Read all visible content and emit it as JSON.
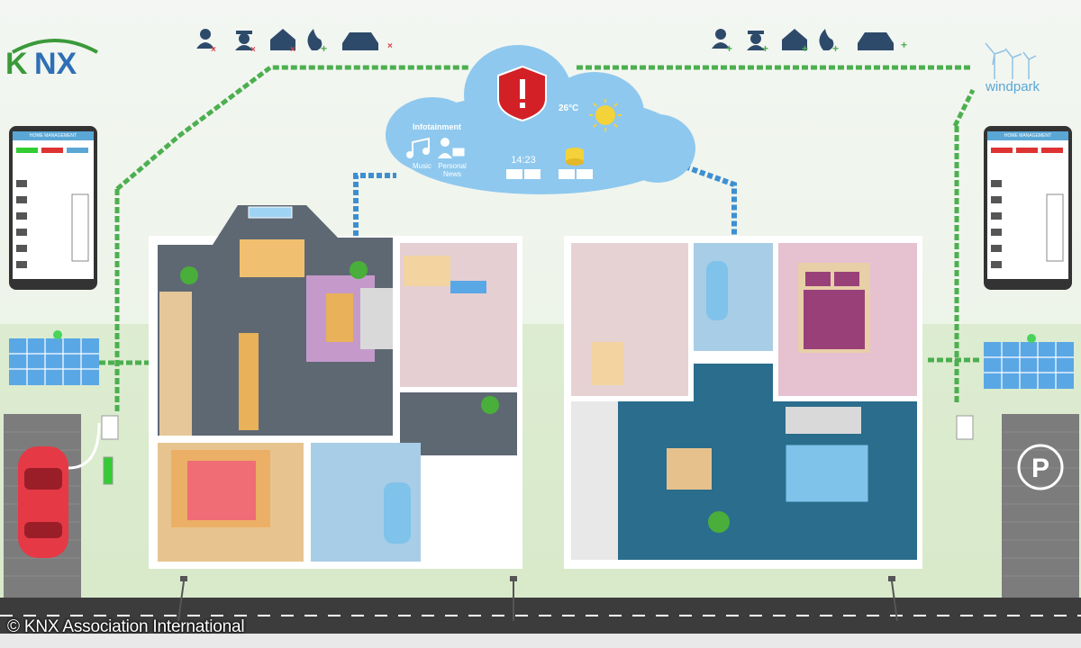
{
  "credit": "© KNX Association International",
  "windpark_label": "windpark",
  "cloud": {
    "infotainment_label": "Infotainment",
    "music_label": "Music",
    "news_label": "Personal News",
    "temperature": "26°C",
    "time": "14:23",
    "alert_icon": "alert-shield-icon"
  },
  "phone": {
    "header": "HOME MANAGEMENT"
  },
  "colors": {
    "line_green": "#4caf50",
    "line_blue": "#3d8fd0",
    "cloud": "#8ec8ee",
    "alert_red": "#d32027",
    "knx_green": "#3a9a3a",
    "knx_blue": "#2f6fb5"
  },
  "status_icons_left": [
    "person-x-icon",
    "burglar-x-icon",
    "house-x-icon",
    "fire-plus-icon",
    "car-x-icon"
  ],
  "status_icons_right": [
    "person-plus-icon",
    "burglar-plus-icon",
    "house-plus-icon",
    "fire-plus-icon",
    "car-plus-icon"
  ]
}
